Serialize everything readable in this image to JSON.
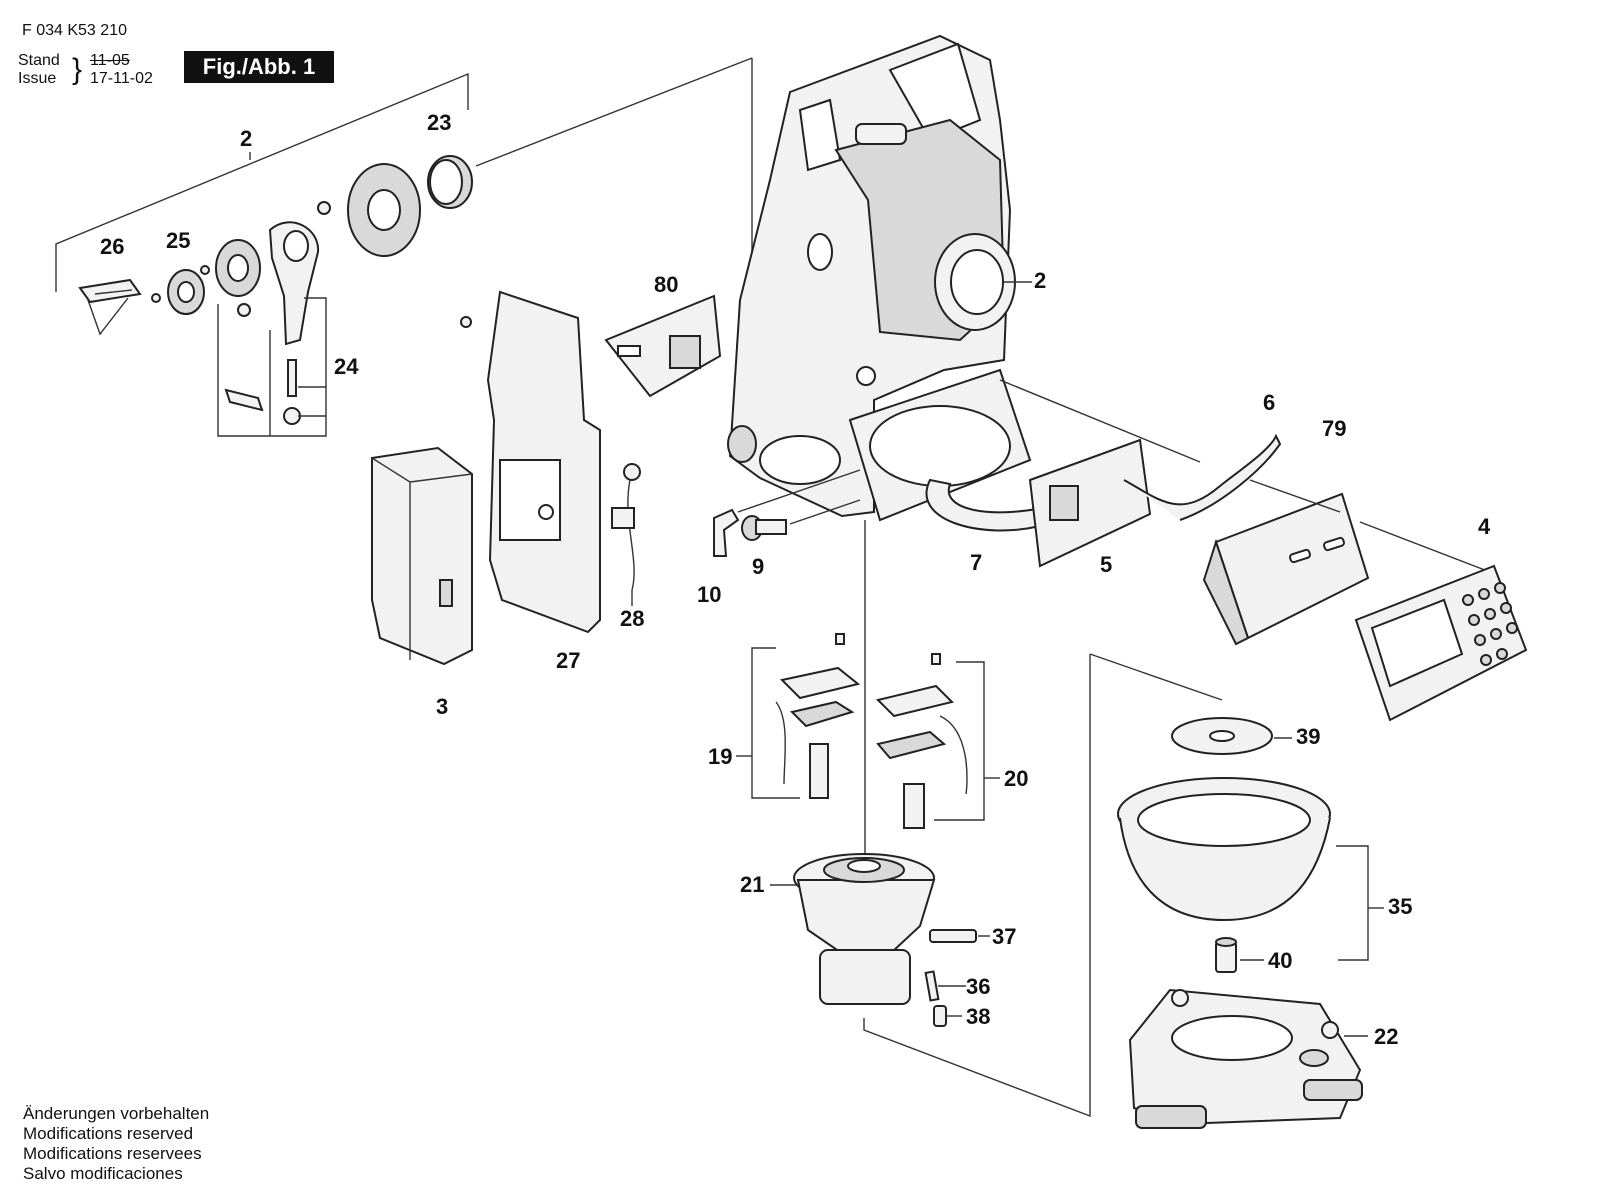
{
  "header": {
    "doc_number": "F 034 K53 210",
    "stand_label": "Stand",
    "issue_label": "Issue",
    "stand_value": "11-05",
    "issue_value": "17-11-02",
    "figure_label": "Fig./Abb. 1"
  },
  "footer": {
    "lines": [
      "Änderungen vorbehalten",
      "Modifications reserved",
      "Modifications reservees",
      "Salvo modificaciones"
    ]
  },
  "parts": {
    "p2a": "2",
    "p23": "23",
    "p26": "26",
    "p25": "25",
    "p24": "24",
    "p80": "80",
    "p2b": "2",
    "p6": "6",
    "p79": "79",
    "p4": "4",
    "p7": "7",
    "p5": "5",
    "p9": "9",
    "p10": "10",
    "p28": "28",
    "p27": "27",
    "p3": "3",
    "p39": "39",
    "p19": "19",
    "p20": "20",
    "p21": "21",
    "p37": "37",
    "p35": "35",
    "p40": "40",
    "p36": "36",
    "p38": "38",
    "p22": "22"
  }
}
